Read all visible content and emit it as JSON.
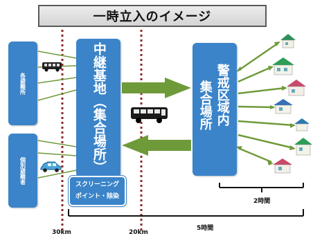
{
  "title": "一時立入のイメージ",
  "evac_center_label": "各避難所",
  "individual_evac_label": "個別避難者",
  "hub_label": "中継基地（集合場所）",
  "screening_line1": "スクリーニング",
  "screening_line2": "ポイント・除染",
  "zone_label_col1": "警戒区域内",
  "zone_label_col2": "集合場所",
  "distance_label_1": "30km",
  "distance_label_2": "20km",
  "duration_short": "2時間",
  "duration_long": "5時間",
  "colors": {
    "panel_blue": "#3b84c9",
    "arrow_green": "#6f9a3a",
    "dotted_red": "#8b2a2a"
  },
  "icons": [
    "bus-icon",
    "car-icon",
    "house-icon"
  ]
}
